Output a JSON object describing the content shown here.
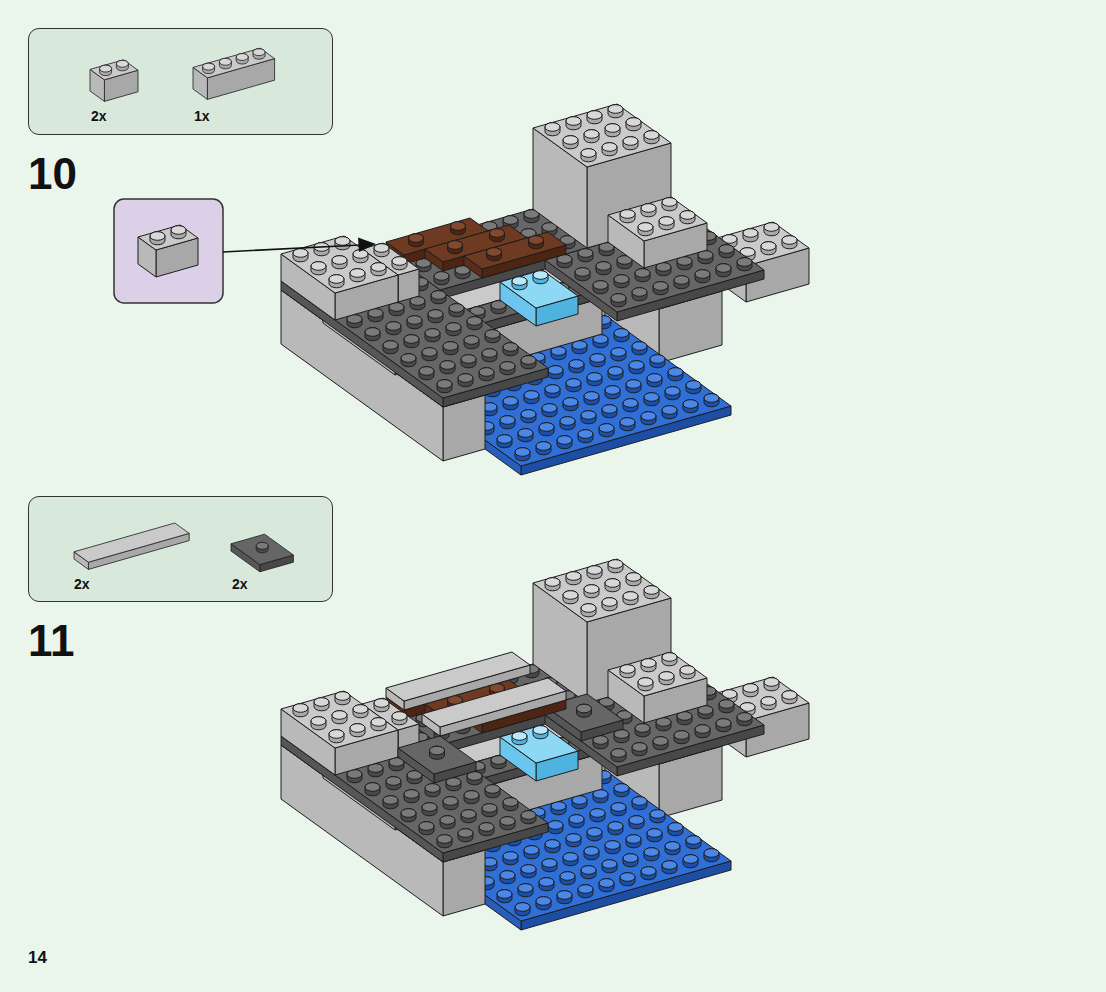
{
  "diagram": {
    "nodes": [
      {
        "text": [
          "2x",
          "1x"
        ]
      },
      {
        "text": [
          "2x",
          "2x"
        ]
      }
    ],
    "labels": [
      "10",
      "11",
      "14"
    ]
  }
}
